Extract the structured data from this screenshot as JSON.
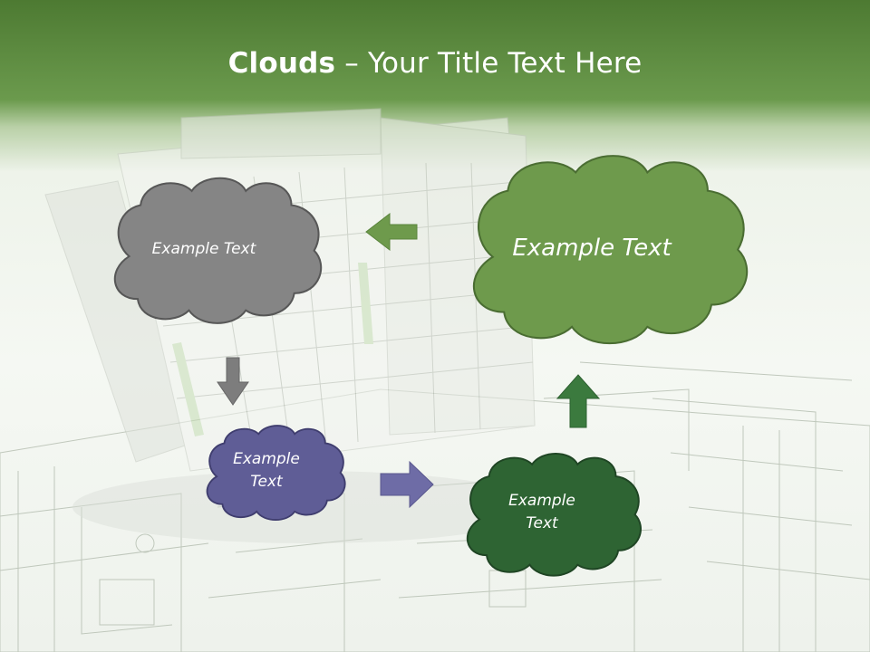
{
  "slide": {
    "title_bold": "Clouds",
    "title_rest": " – Your Title Text Here"
  },
  "clouds": [
    {
      "id": "gray",
      "text": "Example Text",
      "fill": "#858585"
    },
    {
      "id": "green-large",
      "text": "Example Text",
      "fill": "#6e9a4c"
    },
    {
      "id": "purple",
      "text": "Example Text",
      "fill": "#5f5d96"
    },
    {
      "id": "dark-green",
      "text": "Example Text",
      "fill": "#2e6433"
    }
  ],
  "colors": {
    "header": "#4d7a32",
    "arrow_green": "#6e9a4c",
    "arrow_gray": "#7d7d7d",
    "arrow_purple": "#6e6ca6",
    "arrow_dark_green": "#3b7a3e"
  }
}
